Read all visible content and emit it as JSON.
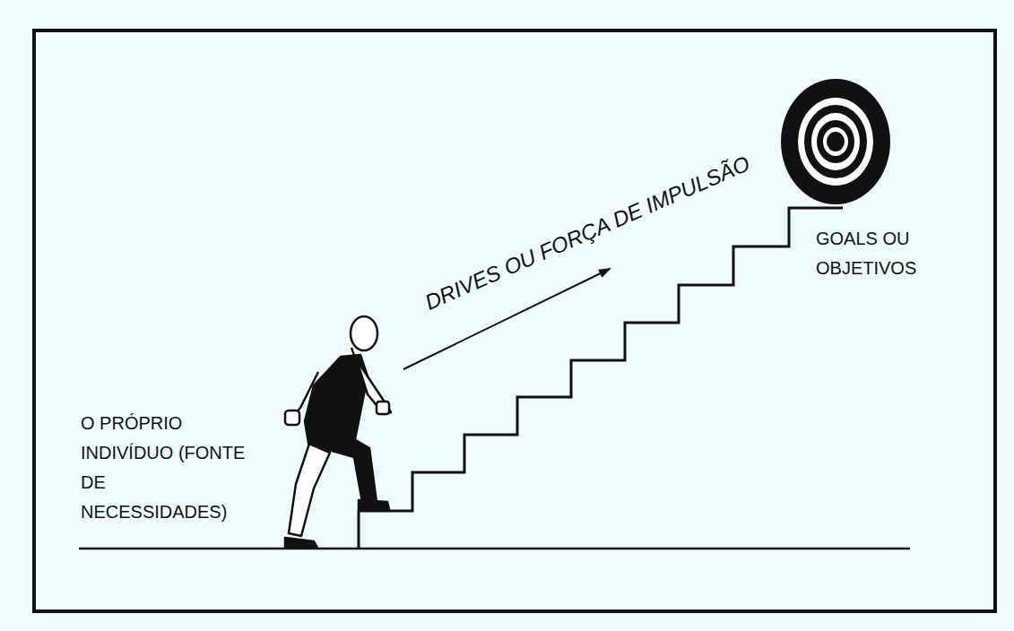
{
  "diagram": {
    "labels": [
      "DRIVES OU FORÇA DE IMPULSÃO",
      "GOALS OU OBJETIVOS",
      "O PRÓPRIO INDIVÍDUO (FONTE DE NECESSIDADES)"
    ]
  }
}
